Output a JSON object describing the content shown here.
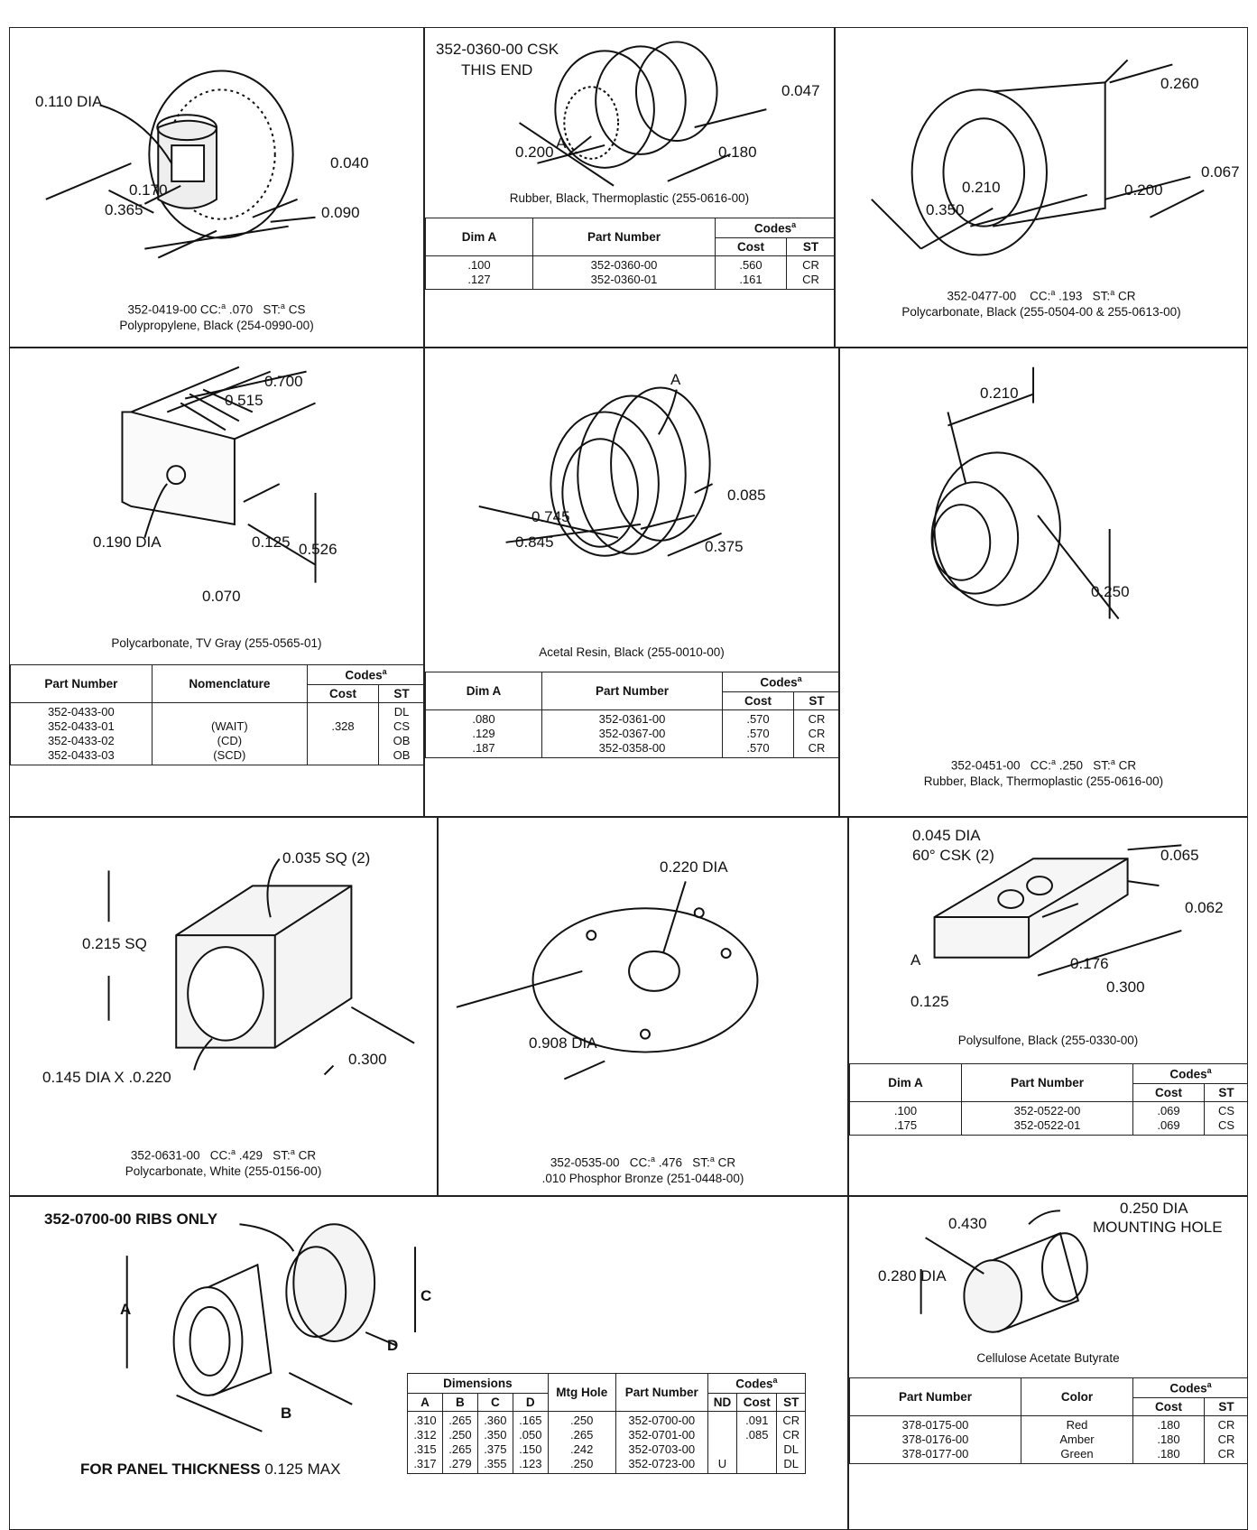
{
  "codes_label": "Codes",
  "codes_sup": "a",
  "c1": {
    "dims": [
      "0.110 DIA",
      "0.170",
      "0.365",
      "0.040",
      "0.090"
    ],
    "caption_line1": "352-0419-00   CC:",
    "cc_value": ".070",
    "st_value": "CS",
    "caption_line2": "Polypropylene, Black (254-0990-00)"
  },
  "c2": {
    "dims": [
      "352-0360-00 CSK",
      "THIS END",
      "A",
      "0.047",
      "0.200",
      "0.180"
    ],
    "caption": "Rubber, Black, Thermoplastic (255-0616-00)",
    "headers": [
      "Dim A",
      "Part Number",
      "Cost",
      "ST"
    ],
    "rows": [
      [
        ".100",
        "352-0360-00",
        ".560",
        "CR"
      ],
      [
        ".127",
        "352-0360-01",
        ".161",
        "CR"
      ]
    ]
  },
  "c3": {
    "dims": [
      "0.260",
      "0.067",
      "0.210",
      "0.200",
      "0.350"
    ],
    "caption_line1": "352-0477-00",
    "cc_value": ".193",
    "st_value": "CR",
    "caption_line2": "Polycarbonate, Black (255-0504-00 & 255-0613-00)"
  },
  "c4": {
    "dims": [
      "0.700",
      "0.515",
      "0.190 DIA",
      "0.125",
      "0.526",
      "0.070"
    ],
    "caption": "Polycarbonate, TV Gray (255-0565-01)",
    "headers": [
      "Part Number",
      "Nomenclature",
      "Cost",
      "ST"
    ],
    "parts": [
      "352-0433-00",
      "352-0433-01",
      "352-0433-02",
      "352-0433-03"
    ],
    "nomenclature": [
      "",
      "(WAIT)",
      "(CD)",
      "(SCD)"
    ],
    "cost": ".328",
    "st": [
      "DL",
      "CS",
      "OB",
      "OB"
    ]
  },
  "c5": {
    "dims": [
      "A",
      "0.085",
      "0.745",
      "0.845",
      "0.375"
    ],
    "caption": "Acetal Resin, Black (255-0010-00)",
    "headers": [
      "Dim A",
      "Part Number",
      "Cost",
      "ST"
    ],
    "rows": [
      [
        ".080",
        "352-0361-00",
        ".570",
        "CR"
      ],
      [
        ".129",
        "352-0367-00",
        ".570",
        "CR"
      ],
      [
        ".187",
        "352-0358-00",
        ".570",
        "CR"
      ]
    ]
  },
  "c6": {
    "dims": [
      "0.210",
      "0.250"
    ],
    "caption_line1": "352-0451-00",
    "cc_value": ".250",
    "st_value": "CR",
    "caption_line2": "Rubber, Black, Thermoplastic (255-0616-00)"
  },
  "c7": {
    "dims": [
      "0.035 SQ (2)",
      "0.215 SQ",
      "0.300",
      "0.145 DIA X .0.220"
    ],
    "caption_line1": "352-0631-00",
    "cc_value": ".429",
    "st_value": "CR",
    "caption_line2": "Polycarbonate, White (255-0156-00)"
  },
  "c8": {
    "dims": [
      "0.220 DIA",
      "0.908 DIA"
    ],
    "caption_line1": "352-0535-00",
    "cc_value": ".476",
    "st_value": "CR",
    "caption_line2": ".010 Phosphor Bronze (251-0448-00)"
  },
  "c9": {
    "dims": [
      "0.045 DIA",
      "60° CSK (2)",
      "0.065",
      "0.062",
      "A",
      "0.176",
      "0.125",
      "0.300"
    ],
    "caption": "Polysulfone, Black (255-0330-00)",
    "headers": [
      "Dim A",
      "Part Number",
      "Cost",
      "ST"
    ],
    "rows": [
      [
        ".100",
        "352-0522-00",
        ".069",
        "CS"
      ],
      [
        ".175",
        "352-0522-01",
        ".069",
        "CS"
      ]
    ]
  },
  "c10": {
    "note": "352-0700-00 RIBS ONLY",
    "dims": [
      "A",
      "C",
      "D",
      "B"
    ],
    "panel_bold": "FOR PANEL THICKNESS",
    "panel_value": "0.125 MAX",
    "dimensions_label": "Dimensions",
    "mtg_hole_label": "Mtg Hole",
    "sub_headers": [
      "A",
      "B",
      "C",
      "D"
    ],
    "part_number_label": "Part Number",
    "code_headers": [
      "ND",
      "Cost",
      "ST"
    ],
    "A": [
      ".310",
      ".312",
      ".315",
      ".317"
    ],
    "B": [
      ".265",
      ".250",
      ".265",
      ".279"
    ],
    "C": [
      ".360",
      ".350",
      ".375",
      ".355"
    ],
    "D": [
      ".165",
      ".050",
      ".150",
      ".123"
    ],
    "mtg": [
      ".250",
      ".265",
      ".242",
      ".250"
    ],
    "parts": [
      "352-0700-00",
      "352-0701-00",
      "352-0703-00",
      "352-0723-00"
    ],
    "nd": [
      "",
      "",
      "",
      "U"
    ],
    "cost": [
      ".091",
      ".085",
      "",
      ""
    ],
    "st": [
      "CR",
      "CR",
      "DL",
      "DL"
    ]
  },
  "c11": {
    "dims": [
      "0.250 DIA",
      "MOUNTING HOLE",
      "0.430",
      "0.280 DIA"
    ],
    "caption": "Cellulose Acetate Butyrate",
    "headers": [
      "Part Number",
      "Color",
      "Cost",
      "ST"
    ],
    "rows": [
      [
        "378-0175-00",
        "Red",
        ".180",
        "CR"
      ],
      [
        "378-0176-00",
        "Amber",
        ".180",
        "CR"
      ],
      [
        "378-0177-00",
        "Green",
        ".180",
        "CR"
      ]
    ]
  }
}
